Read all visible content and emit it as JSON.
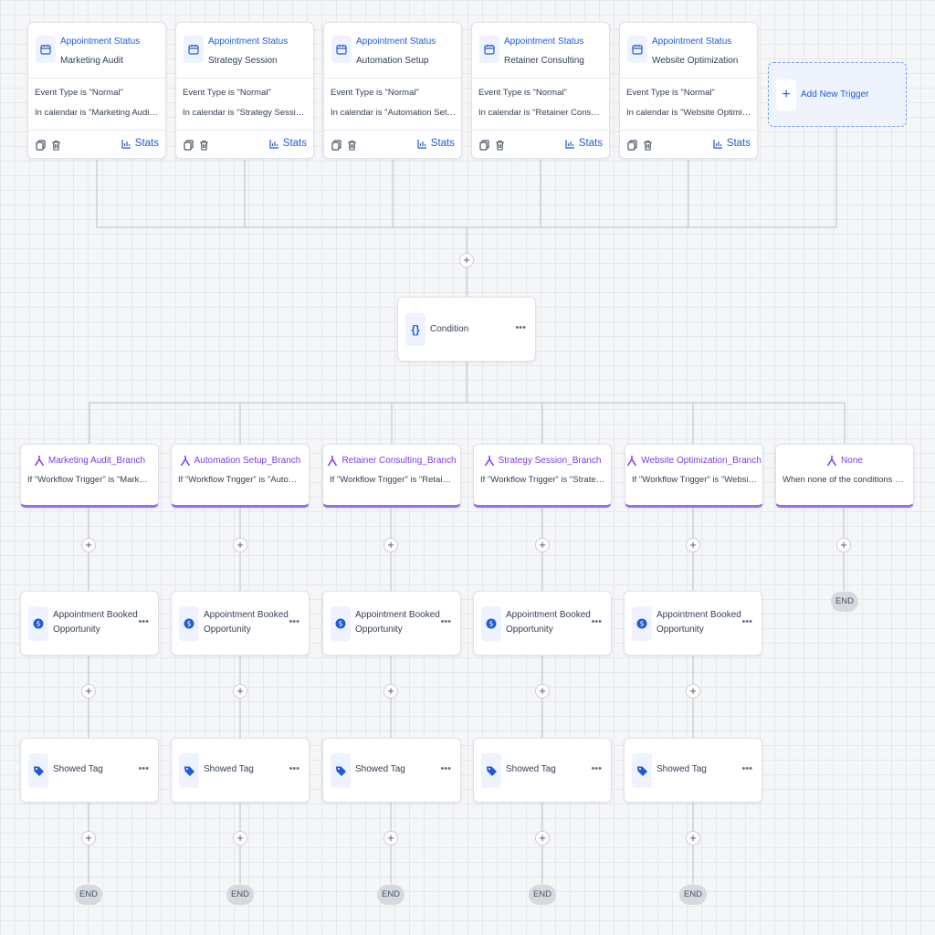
{
  "triggers": [
    {
      "title": "Appointment Status",
      "subtitle": "Marketing Audit",
      "line1": "Event Type is \"Normal\"",
      "line2": "In calendar is \"Marketing Audit Consultation\"",
      "stats": "Stats"
    },
    {
      "title": "Appointment Status",
      "subtitle": "Strategy Session",
      "line1": "Event Type is \"Normal\"",
      "line2": "In calendar is \"Strategy Session Consultation\"",
      "stats": "Stats"
    },
    {
      "title": "Appointment Status",
      "subtitle": "Automation Setup",
      "line1": "Event Type is \"Normal\"",
      "line2": "In calendar is \"Automation Setup Consultation\"",
      "stats": "Stats"
    },
    {
      "title": "Appointment Status",
      "subtitle": "Retainer Consulting",
      "line1": "Event Type is \"Normal\"",
      "line2": "In calendar is \"Retainer Consulting Consultation\"",
      "stats": "Stats"
    },
    {
      "title": "Appointment Status",
      "subtitle": "Website Optimization",
      "line1": "Event Type is \"Normal\"",
      "line2": "In calendar is \"Website Optimization Consultation\"",
      "stats": "Stats"
    }
  ],
  "add_trigger": {
    "label": "Add New Trigger"
  },
  "condition": {
    "label": "Condition"
  },
  "branches": [
    {
      "name": "Marketing Audit_Branch",
      "condition": "If \"Workflow Trigger\" is \"Marketing Audit\""
    },
    {
      "name": "Automation Setup_Branch",
      "condition": "If \"Workflow Trigger\" is \"Automation Setup\""
    },
    {
      "name": "Retainer Consulting_Branch",
      "condition": "If \"Workflow Trigger\" is \"Retainer Consulting\""
    },
    {
      "name": "Strategy Session_Branch",
      "condition": "If \"Workflow Trigger\" is \"Strategy Session\""
    },
    {
      "name": "Website Optimization_Branch",
      "condition": "If \"Workflow Trigger\" is \"Website Optimization\""
    },
    {
      "name": "None",
      "condition": "When none of the conditions are met"
    }
  ],
  "actions": {
    "opportunity_line1": "Appointment Booked",
    "opportunity_line2": "Opportunity",
    "tag_label": "Showed Tag",
    "end_label": "END"
  },
  "colors": {
    "accent": "#1f5bd8",
    "branch": "#7c3aed",
    "opportunity_icon": "#1f5bd8",
    "tag_icon": "#1f5bd8"
  }
}
